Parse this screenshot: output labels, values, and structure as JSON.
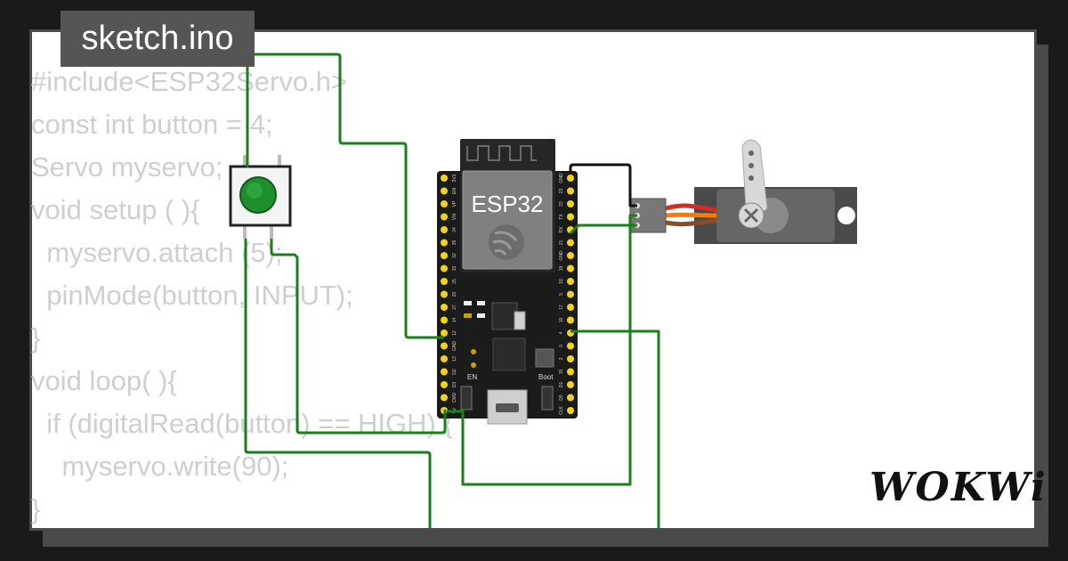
{
  "editor": {
    "tab_label": "sketch.ino",
    "code_lines": [
      "#include<ESP32Servo.h>",
      "const int button = 4;",
      "Servo myservo;",
      "void setup ( ){",
      "  myservo.attach (5);",
      "  pinMode(button, INPUT);",
      "}",
      "void loop( ){",
      "  if (digitalRead(button) == HIGH) {",
      "    myservo.write(90);",
      "}"
    ]
  },
  "board": {
    "module_label": "ESP32",
    "en_label": "EN",
    "boot_label": "Boot",
    "left_pins": [
      "3V3",
      "EN",
      "VP",
      "VN",
      "34",
      "35",
      "32",
      "33",
      "25",
      "26",
      "27",
      "14",
      "12",
      "GND",
      "13",
      "D2",
      "D3",
      "CMD",
      "5V"
    ],
    "right_pins": [
      "GND",
      "23",
      "22",
      "TX",
      "RX",
      "21",
      "GND",
      "19",
      "18",
      "5",
      "17",
      "16",
      "4",
      "0",
      "2",
      "15",
      "D1",
      "D0",
      "CLK"
    ]
  },
  "components": {
    "pushbutton": "pushbutton",
    "servo": "servo"
  },
  "brand": {
    "logo_text": "WOKWi"
  },
  "colors": {
    "background": "#1a1a1a",
    "canvas": "#ffffff",
    "tab_bg": "#555555",
    "wire_green": "#1a7f1a",
    "wire_black": "#111111",
    "servo_orange": "#ff7a00",
    "servo_red": "#d62b1f",
    "servo_brown": "#8a4b2a",
    "button_green": "#1f8f2e",
    "board_black": "#1b1b1b",
    "pin_yellow": "#f2d31a"
  }
}
